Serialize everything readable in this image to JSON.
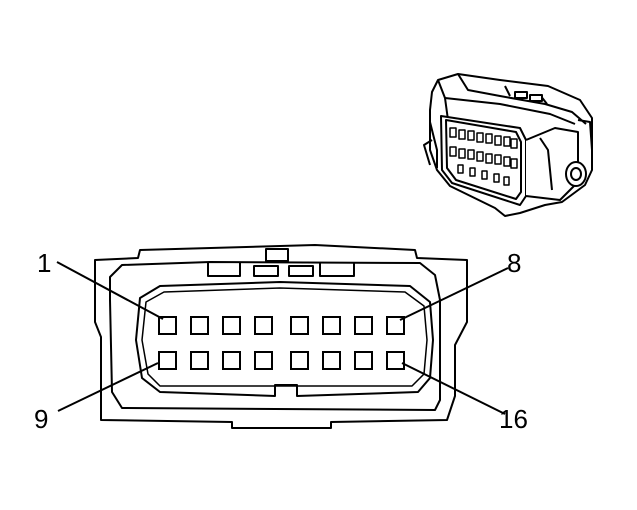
{
  "colors": {
    "line": "#000000",
    "background": "#ffffff"
  },
  "pin_labels": {
    "top_left": "1",
    "top_right": "8",
    "bottom_left": "9",
    "bottom_right": "16"
  },
  "connector": {
    "rows": 2,
    "cavities_per_row": 8,
    "total_cavities": 16
  }
}
